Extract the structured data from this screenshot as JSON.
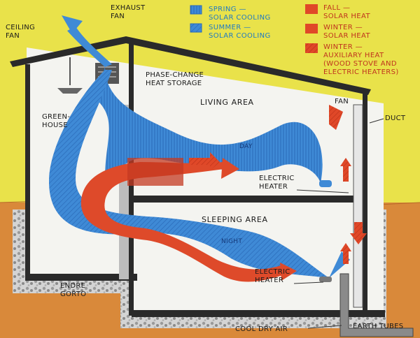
{
  "labels": {
    "ceiling_fan": [
      "CEILING",
      "FAN"
    ],
    "exhaust_fan": [
      "EXHAUST",
      "FAN"
    ],
    "phase_change": [
      "PHASE-CHANGE",
      "HEAT STORAGE"
    ],
    "greenhouse": [
      "GREEN-",
      "HOUSE"
    ],
    "living_area": "LIVING AREA",
    "day": "DAY",
    "fan": "FAN",
    "duct": "DUCT",
    "electric_heater_upper": [
      "ELECTRIC",
      "HEATER"
    ],
    "sleeping_area": "SLEEPING AREA",
    "night": "NIGHT",
    "electric_heater_lower": [
      "ELECTRIC",
      "HEATER"
    ],
    "cool_dry_air": "COOL DRY AIR",
    "earth_tubes": "EARTH TUBES",
    "signature": [
      "ENDRE",
      "GORTO"
    ]
  },
  "legend": [
    {
      "lines": [
        "SPRING —",
        "SOLAR COOLING"
      ],
      "color": "#1e7ac4",
      "style": "vertical-hatch"
    },
    {
      "lines": [
        "SUMMER —",
        "SOLAR COOLING"
      ],
      "color": "#2e8ad8",
      "style": "diagonal-hatch"
    },
    {
      "lines": [
        "FALL —",
        "SOLAR HEAT"
      ],
      "color": "#e04828",
      "style": "solid"
    },
    {
      "lines": [
        "WINTER —",
        "SOLAR HEAT"
      ],
      "color": "#e04828",
      "style": "solid"
    },
    {
      "lines": [
        "WINTER —",
        "AUXILIARY HEAT",
        "(WOOD STOVE AND",
        "ELECTRIC HEATERS)"
      ],
      "color": "#e04828",
      "style": "hatched"
    }
  ],
  "colors": {
    "sky": "#e9e24a",
    "ground": "#d9893a",
    "gravel": "#cfcfcf",
    "interior": "#f4f4f0",
    "wall": "#2a2a2a",
    "cool_flow": "#3f8ad6",
    "warm_flow": "#de4a2a"
  }
}
